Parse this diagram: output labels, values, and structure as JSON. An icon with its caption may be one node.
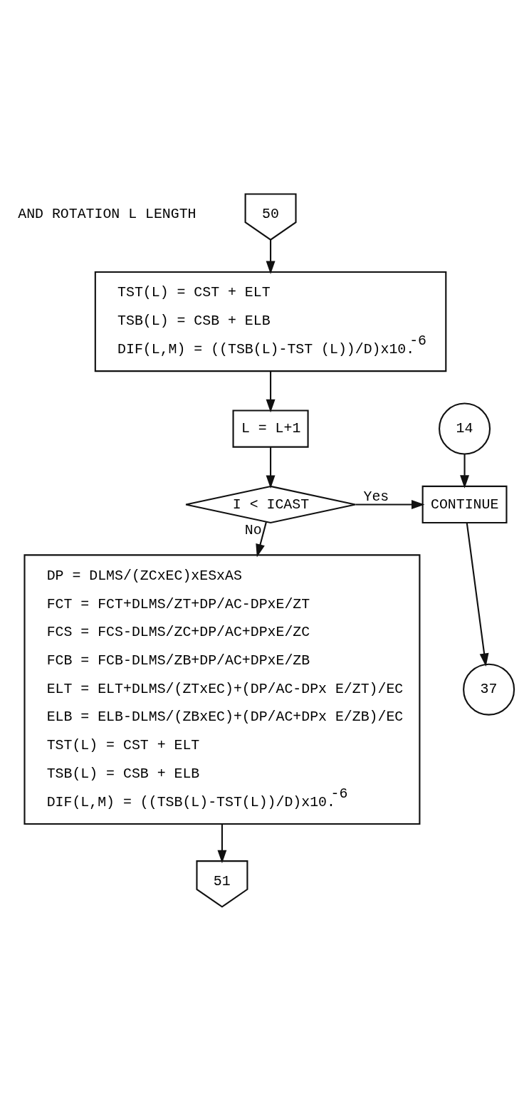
{
  "diagram": {
    "nodes": [
      {
        "text": [
          "50"
        ]
      },
      {
        "text": [
          "TST(L) = CST + ELT",
          "TSB(L) = CSB + ELB",
          "DIF(L,M) = ((TSB(L)-TST (L))/D)x10.$^{-6}$"
        ]
      },
      {
        "text": [
          "L = L+1"
        ]
      },
      {
        "text": [
          "I < ICAST"
        ]
      },
      {
        "text": [
          "14"
        ]
      },
      {
        "text": [
          "CONTINUE"
        ]
      },
      {
        "text": [
          "37"
        ]
      },
      {
        "text": [
          "DP = DLMS/(ZCxEC)xESxAS",
          "FCT = FCT+DLMS/ZT+DP/AC-DPxE/ZT",
          "FCS = FCS-DLMS/ZC+DP/AC+DPxE/ZC",
          "FCB = FCB-DLMS/ZB+DP/AC+DPxE/ZB",
          "ELT = ELT+DLMS/(ZTxEC)+(DP/AC-DPx E/ZT)/EC",
          "ELB = ELB-DLMS/(ZBxEC)+(DP/AC+DPx E/ZB)/EC",
          "TST(L) = CST + ELT",
          "TSB(L) = CSB + ELB",
          "DIF(L,M) = ((TSB(L)-TST(L))/D)x10.$^{-6}$"
        ]
      },
      {
        "text": [
          "51"
        ]
      }
    ],
    "edges": [
      {
        "from": 0,
        "to": 1,
        "arrow": "to"
      },
      {
        "from": 1,
        "to": 2,
        "arrow": "to"
      },
      {
        "from": 2,
        "to": 3,
        "arrow": "to"
      },
      {
        "from": 3,
        "to": 5,
        "arrow": "to",
        "label": "Yes"
      },
      {
        "from": 4,
        "to": 5,
        "arrow": "to"
      },
      {
        "from": 5,
        "to": 6,
        "arrow": "to"
      },
      {
        "from": 3,
        "to": 7,
        "arrow": "to",
        "label": "No"
      },
      {
        "from": 7,
        "to": 8,
        "arrow": "to"
      }
    ],
    "labels": [
      "AND ROTATION L LENGTH"
    ]
  }
}
